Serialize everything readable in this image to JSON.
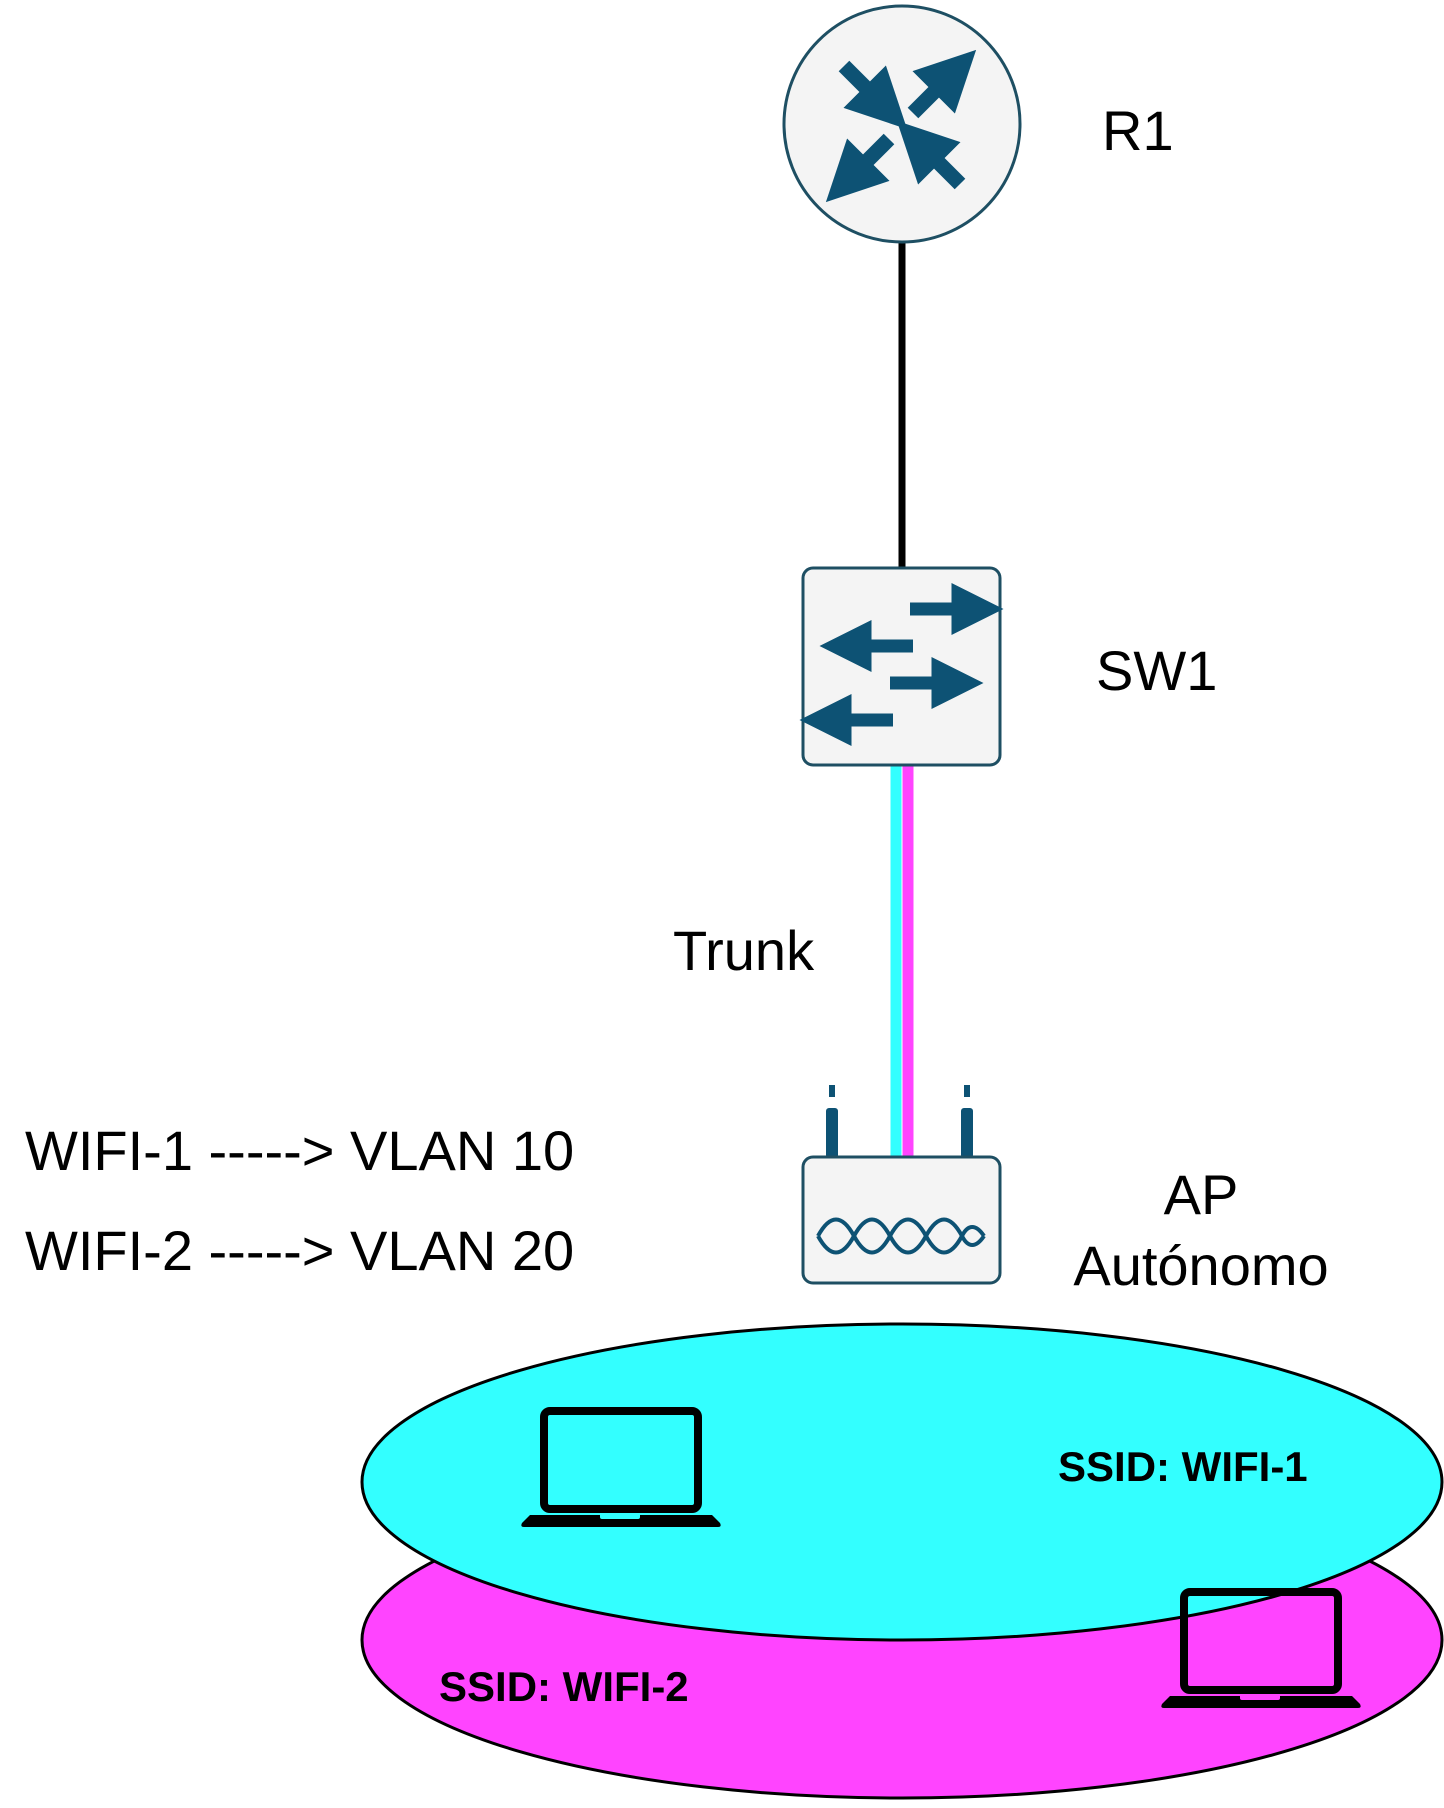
{
  "colors": {
    "wifi1": "#33ffff",
    "wifi2": "#ff44ff",
    "icon_blue": "#0d5274",
    "icon_border": "#1e4f63",
    "icon_fill": "#f4f4f4",
    "cable": "#000000"
  },
  "devices": {
    "router": {
      "label": "R1",
      "icon": "router-icon"
    },
    "switch": {
      "label": "SW1",
      "icon": "switch-icon"
    },
    "access_point": {
      "label_line1": "AP",
      "label_line2": "Autónomo",
      "icon": "access-point-icon"
    }
  },
  "links": {
    "router_switch": {
      "type": "ethernet"
    },
    "switch_ap": {
      "label": "Trunk"
    }
  },
  "mappings": [
    {
      "text": "WIFI-1 -----> VLAN 10"
    },
    {
      "text": "WIFI-2 -----> VLAN 20"
    }
  ],
  "wireless_networks": [
    {
      "label": "SSID: WIFI-1",
      "client_icon": "laptop-icon"
    },
    {
      "label": "SSID: WIFI-2",
      "client_icon": "laptop-icon"
    }
  ]
}
